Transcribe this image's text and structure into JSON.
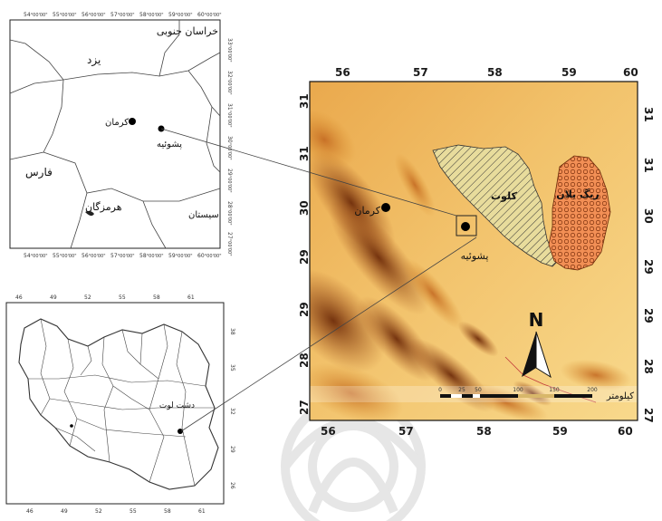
{
  "top_inset": {
    "x_ticks": [
      "54",
      "55",
      "56",
      "57",
      "58",
      "59",
      "60"
    ],
    "x_tick_suffix": "°00'00\"",
    "y_ticks": [
      "33",
      "32",
      "31",
      "30",
      "29",
      "28",
      "27"
    ],
    "y_tick_suffix": "°00'00\"",
    "labels": {
      "khorasan": "خراسان جنوبی",
      "yazd": "یزد",
      "kerman": "کرمان",
      "pashuieh": "پشوئیه",
      "fars": "فارس",
      "hormozgan": "هرمزگان",
      "sistan": "سیستان"
    }
  },
  "bottom_inset": {
    "x_ticks": [
      "46",
      "49",
      "52",
      "55",
      "58",
      "61"
    ],
    "y_ticks": [
      "38",
      "35",
      "32",
      "29",
      "26"
    ],
    "label_lut": "دشت لوت"
  },
  "main_map": {
    "x_ticks": [
      "56",
      "57",
      "58",
      "59",
      "60"
    ],
    "y_ticks": [
      "31",
      "31",
      "30",
      "29",
      "29",
      "28",
      "27"
    ],
    "labels": {
      "kalut": "کلوت",
      "reg_yalan": "ریگ یلان",
      "kerman": "کرمان",
      "pashuieh": "پشوئیه"
    },
    "north": "N",
    "scale": {
      "ticks": [
        "0",
        "25",
        "50",
        "100",
        "150",
        "200"
      ],
      "unit": "کیلومتر"
    }
  },
  "colors": {
    "elevation_low": "#f3cc72",
    "elevation_mid": "#d9902f",
    "elevation_high": "#6e2c0a",
    "sand_fill": "#f28f55",
    "kalut_fill": "#e8dc9c"
  }
}
